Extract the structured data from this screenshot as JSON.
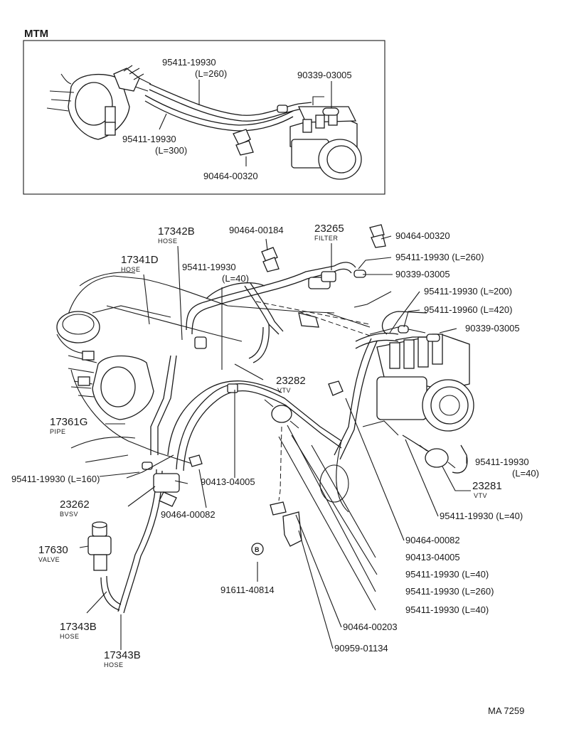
{
  "mtm": {
    "title": "MTM",
    "labels": {
      "hose_260_part": "95411-19930",
      "hose_260_len": "(L=260)",
      "hose_300_part": "95411-19930",
      "hose_300_len": "(L=300)",
      "plug": "90339-03005",
      "clip": "90464-00320"
    }
  },
  "main": {
    "labels": {
      "l17342b": "17342B",
      "l17342b_sub": "HOSE",
      "l17341d": "17341D",
      "l17341d_sub": "HOSE",
      "l90464_00184": "90464-00184",
      "l23265": "23265",
      "l23265_sub": "FILTER",
      "l90464_00320": "90464-00320",
      "l95411_260_top": "95411-19930 (L=260)",
      "l95411_40_top": "95411-19930",
      "l95411_40_top_len": "(L=40)",
      "l90339_top": "90339-03005",
      "l95411_200": "95411-19930 (L≈200)",
      "l95411_19960": "95411-19960 (L=420)",
      "l90339_right": "90339-03005",
      "l23282": "23282",
      "l23282_sub": "VTV",
      "l17361g": "17361G",
      "l17361g_sub": "PIPE",
      "l95411_160": "95411-19930 (L=160)",
      "l90413_mid": "90413-04005",
      "l23262": "23262",
      "l23262_sub": "BVSV",
      "l90464_00082_mid": "90464-00082",
      "l17630": "17630",
      "l17630_sub": "VALVE",
      "l95411_40_right": "95411-19930",
      "l95411_40_right_len": "(L=40)",
      "l23281": "23281",
      "l23281_sub": "VTV",
      "l95411_40_r2": "95411-19930 (L=40)",
      "l90464_00082_r": "90464-00082",
      "l90413_r": "90413-04005",
      "l95411_40_r3": "95411-19930 (L=40)",
      "l95411_260_r": "95411-19930 (L=260)",
      "l95411_40_r4": "95411-19930 (L=40)",
      "l90464_00203": "90464-00203",
      "l90959": "90959-01134",
      "l91611": "91611-40814",
      "l91611_marker": "B",
      "l17343b_a": "17343B",
      "l17343b_a_sub": "HOSE",
      "l17343b_b": "17343B",
      "l17343b_b_sub": "HOSE"
    }
  },
  "footer": {
    "code": "MA 7259"
  }
}
